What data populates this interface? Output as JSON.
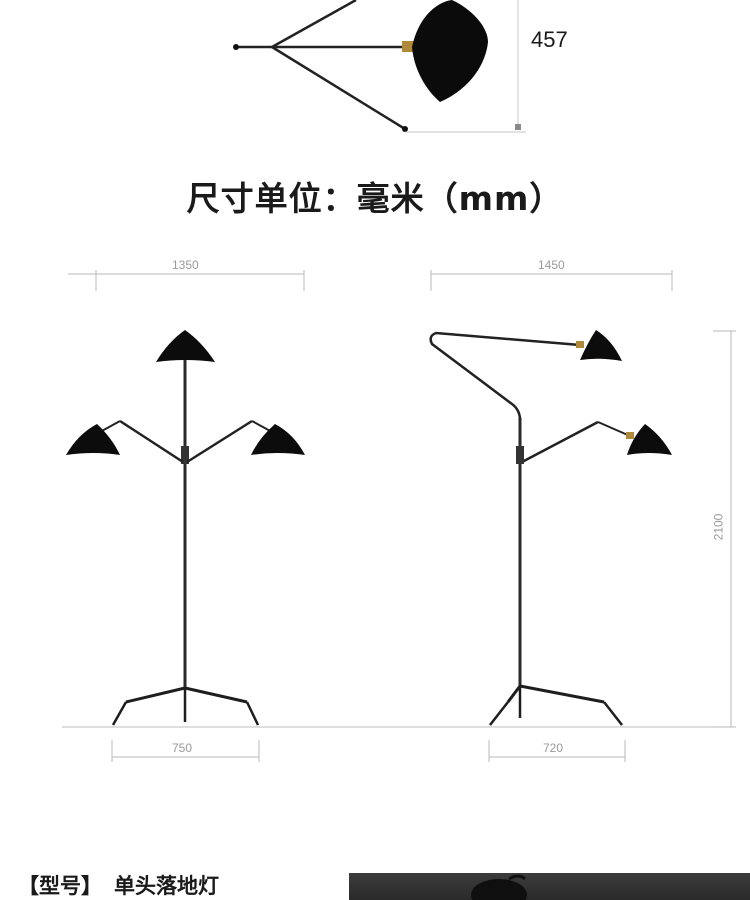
{
  "top_view": {
    "dimension_label": "457"
  },
  "unit_title": "尺寸单位：毫米（mm）",
  "dimensions": {
    "three_head_width": "1350",
    "three_head_base": "750",
    "two_head_width": "1450",
    "two_head_base": "720",
    "height": "2100"
  },
  "model": {
    "label": "【型号】",
    "value": "单头落地灯"
  },
  "colors": {
    "lamp": "#111111",
    "brass": "#b08a3c",
    "dimension_line": "#b4b4b4",
    "text": "#1a1a1a"
  }
}
